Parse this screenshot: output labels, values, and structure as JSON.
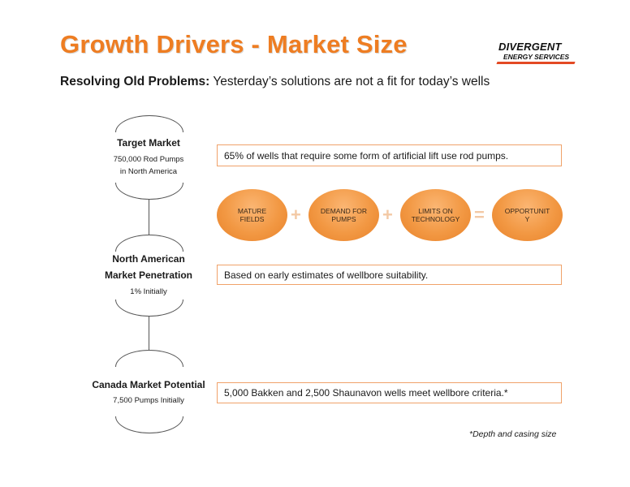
{
  "header": {
    "title": "Growth Drivers - Market Size",
    "logo_line1": "DIVERGENT",
    "logo_line2": "ENERGY SERVICES"
  },
  "subtitle": {
    "bold": "Resolving Old Problems:",
    "rest": " Yesterday’s solutions are not a fit for today’s wells"
  },
  "nodes": [
    {
      "title": "Target Market",
      "line1": "750,000 Rod Pumps",
      "line2": "in North America"
    },
    {
      "title_line1": "North American",
      "title_line2": "Market Penetration",
      "line1": "1% Initially"
    },
    {
      "title": "Canada Market Potential",
      "line1": "7,500 Pumps Initially"
    }
  ],
  "boxes": [
    "65% of wells that require some form of artificial lift use rod pumps.",
    "Based on early estimates of wellbore suitability.",
    "5,000 Bakken and 2,500 Shaunavon wells meet wellbore criteria.*"
  ],
  "equation": {
    "circles": [
      {
        "line1": "MATURE",
        "line2": "FIELDS"
      },
      {
        "line1": "DEMAND FOR",
        "line2": "PUMPS"
      },
      {
        "line1": "LIMITS ON",
        "line2": "TECHNOLOGY"
      },
      {
        "line1": "OPPORTUNIT",
        "line2": "Y"
      }
    ],
    "plus": "+",
    "equals": "="
  },
  "footnote": "*Depth and casing size",
  "colors": {
    "accent": "#ee7d22",
    "box_border": "#f0a26a",
    "logo_bar": "#e34a24"
  }
}
